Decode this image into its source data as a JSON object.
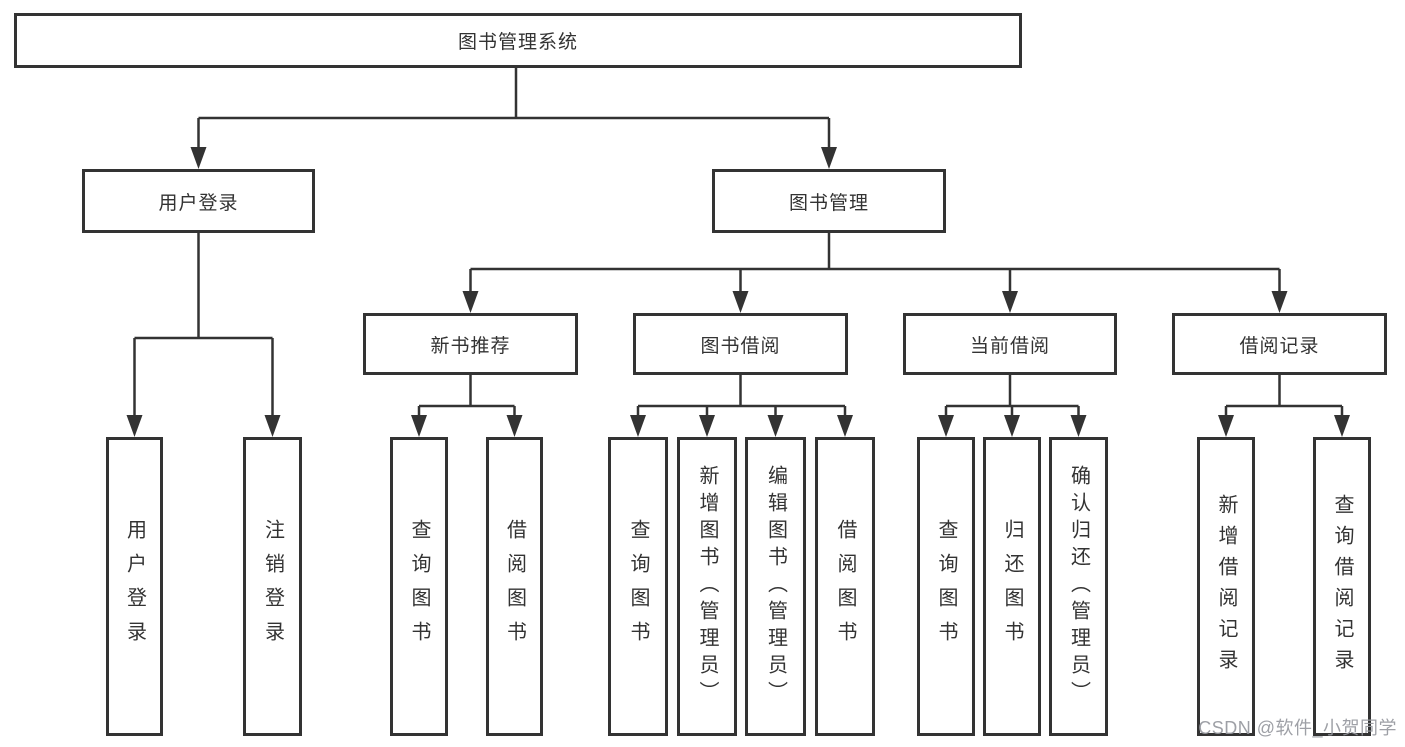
{
  "diagram": {
    "title_node": {
      "label": "图书管理系统"
    },
    "level2": [
      {
        "label": "用户登录"
      },
      {
        "label": "图书管理"
      }
    ],
    "level3": [
      {
        "label": "新书推荐"
      },
      {
        "label": "图书借阅"
      },
      {
        "label": "当前借阅"
      },
      {
        "label": "借阅记录"
      }
    ],
    "leaves": {
      "user_login": [
        {
          "label": "用户登录"
        },
        {
          "label": "注销登录"
        }
      ],
      "new_book_recommend": [
        {
          "label": "查询图书"
        },
        {
          "label": "借阅图书"
        }
      ],
      "book_borrow": [
        {
          "label": "查询图书"
        },
        {
          "label": "新增图书（管理员）"
        },
        {
          "label": "编辑图书（管理员）"
        },
        {
          "label": "借阅图书"
        }
      ],
      "current_borrow": [
        {
          "label": "查询图书"
        },
        {
          "label": "归还图书"
        },
        {
          "label": "确认归还（管理员）"
        }
      ],
      "borrow_records": [
        {
          "label": "新增借阅记录"
        },
        {
          "label": "查询借阅记录"
        }
      ]
    },
    "colors": {
      "line": "#333333",
      "box_border": "#333333",
      "box_fill": "#ffffff",
      "text": "#333333",
      "watermark": "#96989e"
    },
    "watermark": "CSDN @软件_小贺同学"
  }
}
